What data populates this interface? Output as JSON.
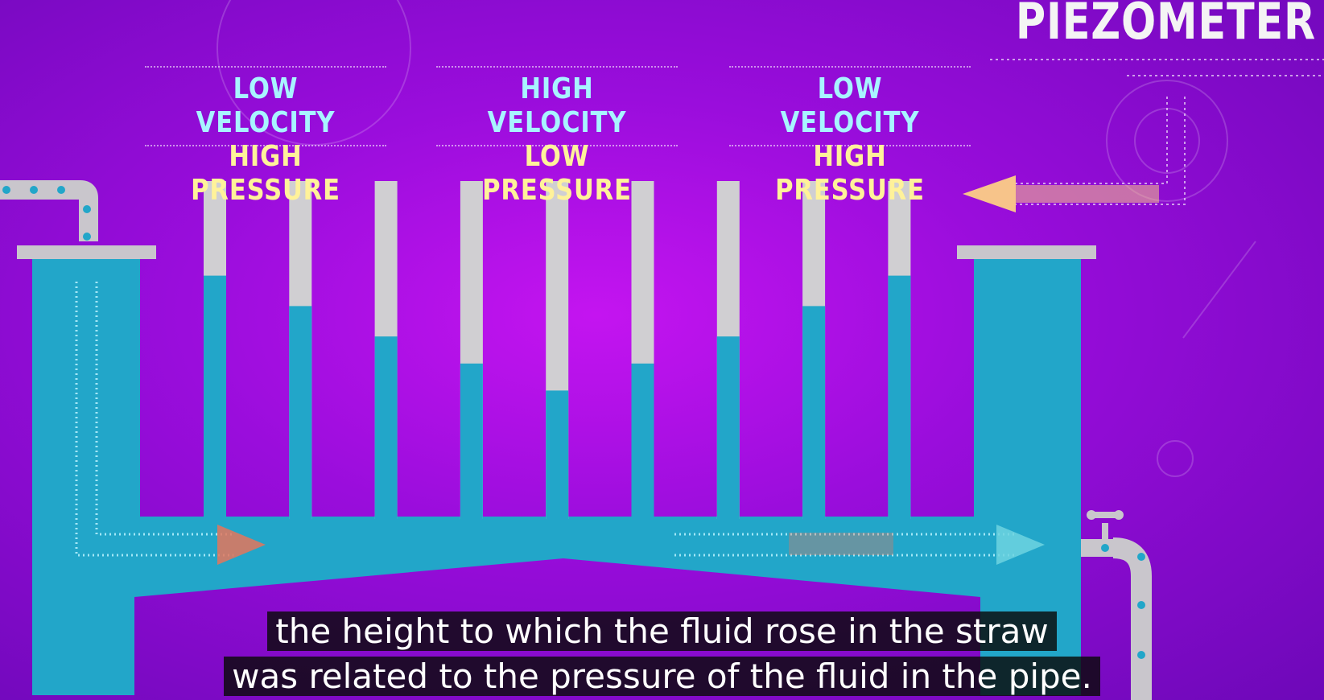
{
  "title": "PIEZOMETER",
  "labels": [
    {
      "top": "LOW VELOCITY",
      "bottom": "HIGH PRESSURE"
    },
    {
      "top": "HIGH VELOCITY",
      "bottom": "LOW PRESSURE"
    },
    {
      "top": "LOW VELOCITY",
      "bottom": "HIGH PRESSURE"
    }
  ],
  "piezometer_fill_fractions": [
    0.72,
    0.63,
    0.54,
    0.46,
    0.38,
    0.46,
    0.54,
    0.63,
    0.72
  ],
  "captions": [
    "the height to which the fluid rose in the straw",
    "was related to the pressure of the fluid in the pipe."
  ],
  "colors": {
    "fluid": "#22a6c9",
    "tube": "#d0cfd2",
    "pipe": "#c9c6cc",
    "arrow": "#f7c48a"
  }
}
